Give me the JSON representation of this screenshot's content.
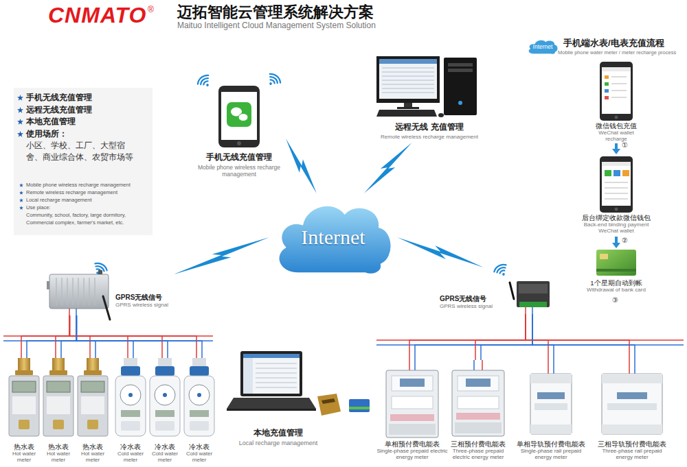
{
  "diagram": {
    "title": "迈拓智能云管理系统解决方案",
    "nodes": [
      {
        "text": [
          "手机无线充值管理",
          "远程无线充值管理",
          "本地充值管理",
          "使用场所：",
          "小区、学校、工厂、大型宿舍、商业综合体、农贸市场等",
          "Mobile phone wireless recharge management",
          "Remote wireless recharge management",
          "Local recharge management",
          "Use place:",
          "Community, school, factory, large dormitory, Commercial complex, farmer's market, etc."
        ]
      },
      {
        "text": [
          "手机无线充值管理",
          "Mobile phone wireless recharge management"
        ]
      },
      {
        "text": [
          "远程无线 充值管理",
          "Remote wireless recharge management"
        ]
      },
      {
        "text": [
          "Internet"
        ]
      },
      {
        "text": [
          "微信钱包充值",
          "WeChat wallet recharge"
        ]
      },
      {
        "text": [
          "后台绑定收款微信钱包",
          "Back-end binding payment WeChat wallet"
        ]
      },
      {
        "text": [
          "1个星期自动到帐",
          "Withdrawal of bank card"
        ]
      },
      {
        "text": [
          "Internet"
        ]
      },
      {
        "text": [
          "GPRS无线信号",
          "GPRS wireless signal"
        ]
      },
      {
        "text": [
          "GPRS无线信号",
          "GPRS wireless signal"
        ]
      },
      {
        "text": [
          "本地充值管理",
          "Local recharge management"
        ]
      },
      {
        "text": [
          "热水表",
          "Hot water meter"
        ]
      },
      {
        "text": [
          "热水表",
          "Hot water meter"
        ]
      },
      {
        "text": [
          "热水表",
          "Hot water meter"
        ]
      },
      {
        "text": [
          "冷水表",
          "Cold water meter"
        ]
      },
      {
        "text": [
          "冷水表",
          "Cold water meter"
        ]
      },
      {
        "text": [
          "冷水表",
          "Cold water meter"
        ]
      },
      {
        "text": [
          "单相预付费电能表",
          "Single-phase prepaid electric energy meter"
        ]
      },
      {
        "text": [
          "三相预付费电能表",
          "Three-phase prepaid electric energy meter"
        ]
      },
      {
        "text": [
          "单相导轨预付费电能表",
          "Single-phase rail prepaid energy meter"
        ]
      },
      {
        "text": [
          "三相导轨预付费电能表",
          "Three-phase rail prepaid energy meter"
        ]
      }
    ],
    "edges": [
      {
        "from": 1,
        "to": 7,
        "arrow": "none"
      },
      {
        "from": 2,
        "to": 7,
        "arrow": "none"
      },
      {
        "from": 8,
        "to": 7,
        "arrow": "none"
      },
      {
        "from": 9,
        "to": 7,
        "arrow": "none"
      },
      {
        "from": 4,
        "to": 5,
        "arrow": "to"
      },
      {
        "from": 5,
        "to": 6,
        "arrow": "to"
      },
      {
        "from": 8,
        "to": 11,
        "arrow": "none"
      },
      {
        "from": 8,
        "to": 12,
        "arrow": "none"
      },
      {
        "from": 8,
        "to": 13,
        "arrow": "none"
      },
      {
        "from": 8,
        "to": 14,
        "arrow": "none"
      },
      {
        "from": 8,
        "to": 15,
        "arrow": "none"
      },
      {
        "from": 8,
        "to": 16,
        "arrow": "none"
      },
      {
        "from": 9,
        "to": 17,
        "arrow": "none"
      },
      {
        "from": 9,
        "to": 18,
        "arrow": "none"
      },
      {
        "from": 9,
        "to": 19,
        "arrow": "none"
      },
      {
        "from": 9,
        "to": 20,
        "arrow": "none"
      }
    ],
    "labels": [
      "CNMATO",
      "®",
      "Maituo Intelligent Cloud Management System Solution",
      "手机端水表/电表充值流程",
      "Mobile phone water meter / meter recharge process",
      "①",
      "②",
      "③"
    ]
  }
}
